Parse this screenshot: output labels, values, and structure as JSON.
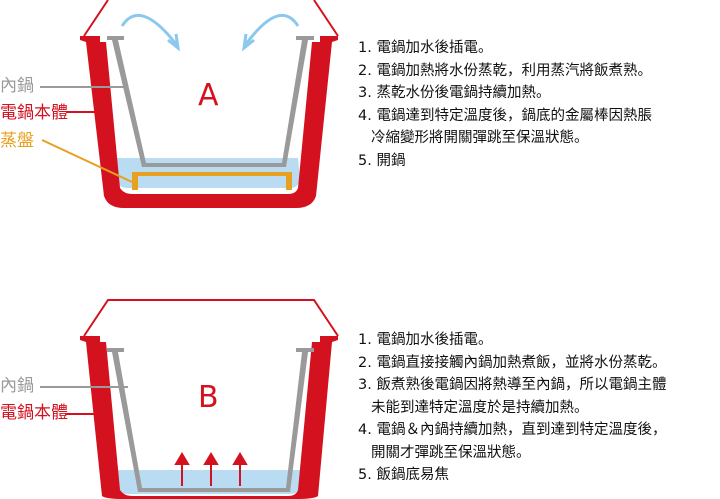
{
  "panel_a": {
    "letter": "A",
    "labels": {
      "inner_pot": "內鍋",
      "cooker_body": "電鍋本體",
      "steamer_plate": "蒸盤"
    },
    "steps": [
      {
        "text": "1. 電鍋加水後插電。"
      },
      {
        "text": "2. 電鍋加熱將水份蒸乾，利用蒸汽將飯煮熟。"
      },
      {
        "text": "3. 蒸乾水份後電鍋持續加熱。"
      },
      {
        "text": "4. 電鍋達到特定溫度後，鍋底的金屬棒因熱脹",
        "cont": "冷縮變形將開關彈跳至保溫狀態。"
      },
      {
        "text": "5. 開鍋"
      }
    ]
  },
  "panel_b": {
    "letter": "B",
    "labels": {
      "inner_pot": "內鍋",
      "cooker_body": "電鍋本體"
    },
    "steps": [
      {
        "text": "1. 電鍋加水後插電。"
      },
      {
        "text": "2. 電鍋直接接觸內鍋加熱煮飯，並將水份蒸乾。"
      },
      {
        "text": "3. 飯煮熟後電鍋因將熱導至內鍋，所以電鍋主體",
        "cont": "未能到達特定溫度於是持續加熱。"
      },
      {
        "text": "4. 電鍋＆內鍋持續加熱，直到達到特定溫度後，",
        "cont": "開關才彈跳至保溫狀態。"
      },
      {
        "text": "5. 飯鍋底易焦"
      }
    ]
  },
  "colors": {
    "red": "#d4121f",
    "gray": "#9a9a9a",
    "orange": "#e8a020",
    "water": "#b9dcf2",
    "steam": "#8cc8ee"
  }
}
